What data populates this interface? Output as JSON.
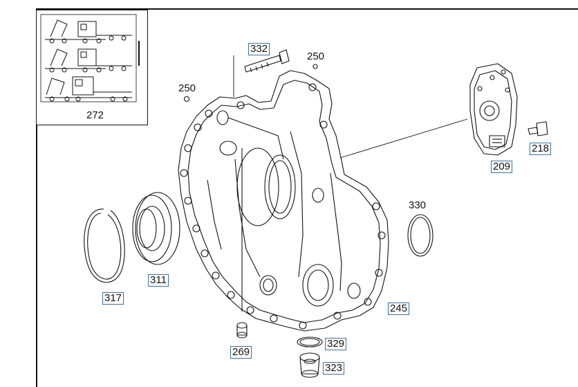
{
  "diagram": {
    "inset": {
      "label": "272"
    },
    "callouts": [
      {
        "id": "332",
        "text": "332",
        "boxed": true
      },
      {
        "id": "250a",
        "text": "250",
        "boxed": false
      },
      {
        "id": "250b",
        "text": "250",
        "boxed": false
      },
      {
        "id": "218",
        "text": "218",
        "boxed": true
      },
      {
        "id": "209",
        "text": "209",
        "boxed": true
      },
      {
        "id": "330",
        "text": "330",
        "boxed": false
      },
      {
        "id": "311",
        "text": "311",
        "boxed": true
      },
      {
        "id": "317",
        "text": "317",
        "boxed": true
      },
      {
        "id": "245",
        "text": "245",
        "boxed": true
      },
      {
        "id": "269",
        "text": "269",
        "boxed": true
      },
      {
        "id": "329",
        "text": "329",
        "boxed": true
      },
      {
        "id": "323",
        "text": "323",
        "boxed": true
      }
    ]
  }
}
